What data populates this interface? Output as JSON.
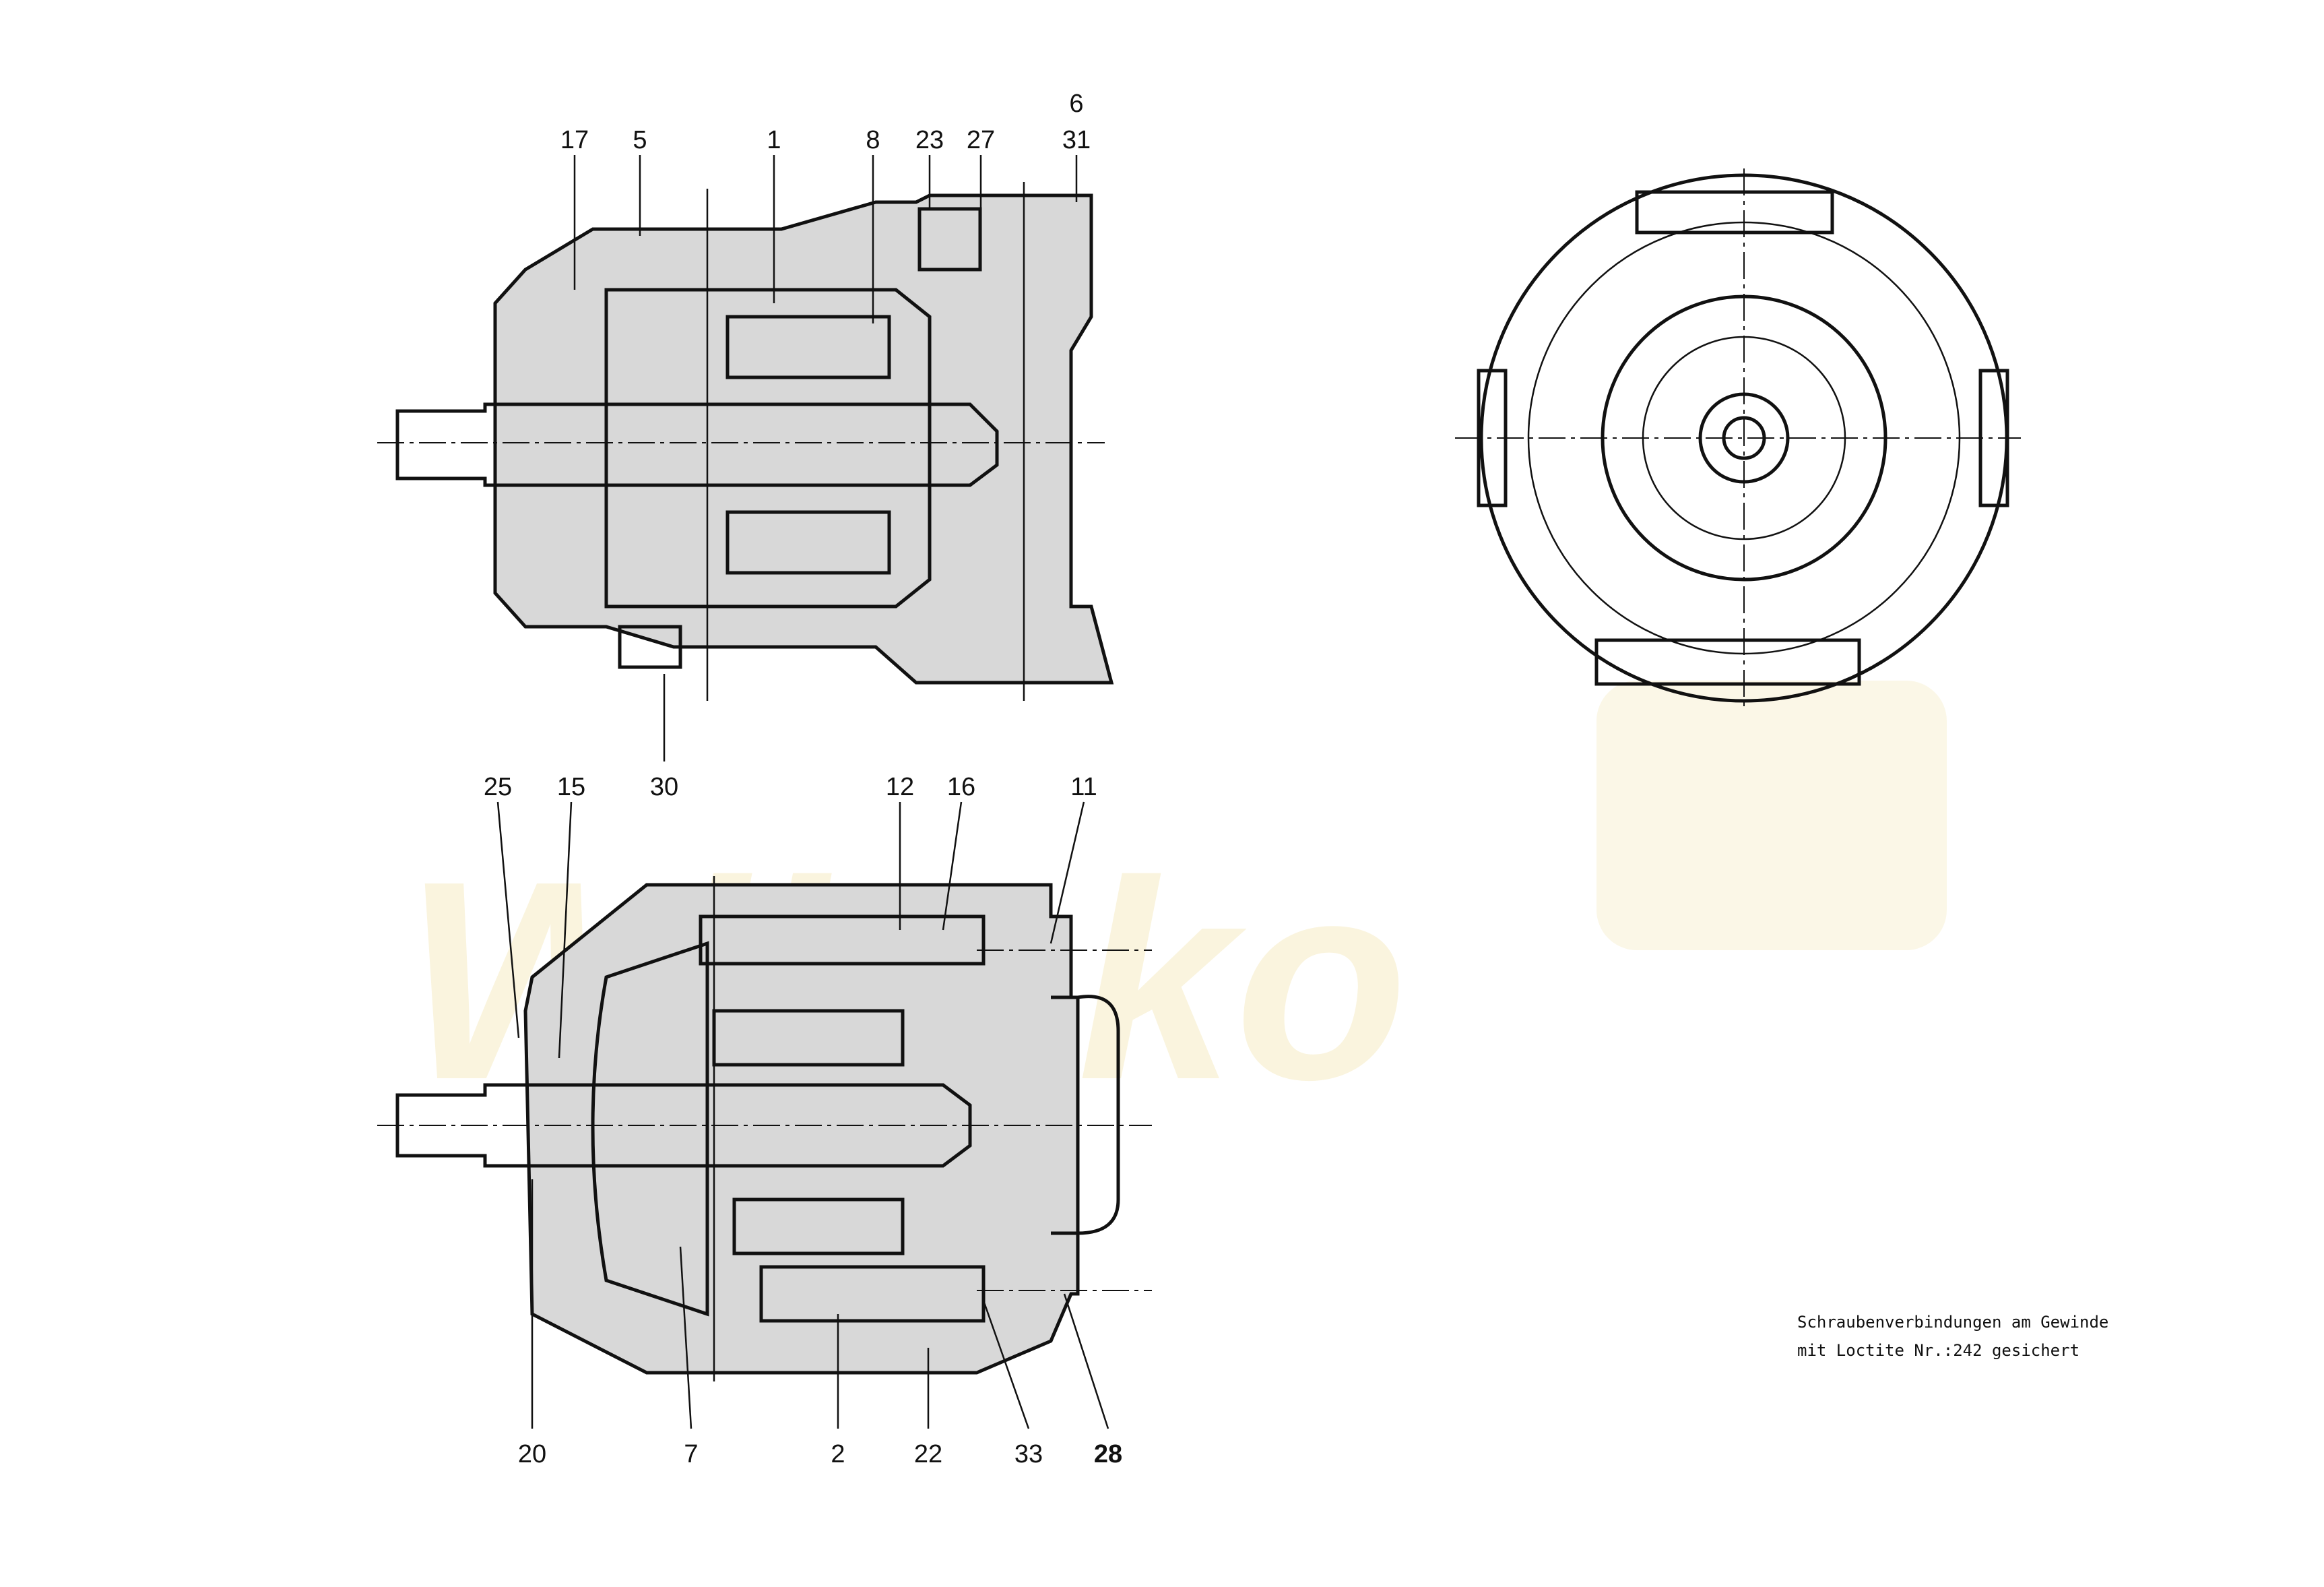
{
  "watermark": "Wibako",
  "top_view_labels": [
    "17",
    "5",
    "1",
    "8",
    "23",
    "27",
    "6",
    "31",
    "30"
  ],
  "bottom_view_labels": [
    "25",
    "15",
    "12",
    "16",
    "11",
    "20",
    "7",
    "2",
    "22",
    "33",
    "28"
  ],
  "note": {
    "line1": "Schraubenverbindungen am  Gewinde",
    "line2": "mit Loctite  Nr.:242 gesichert"
  }
}
